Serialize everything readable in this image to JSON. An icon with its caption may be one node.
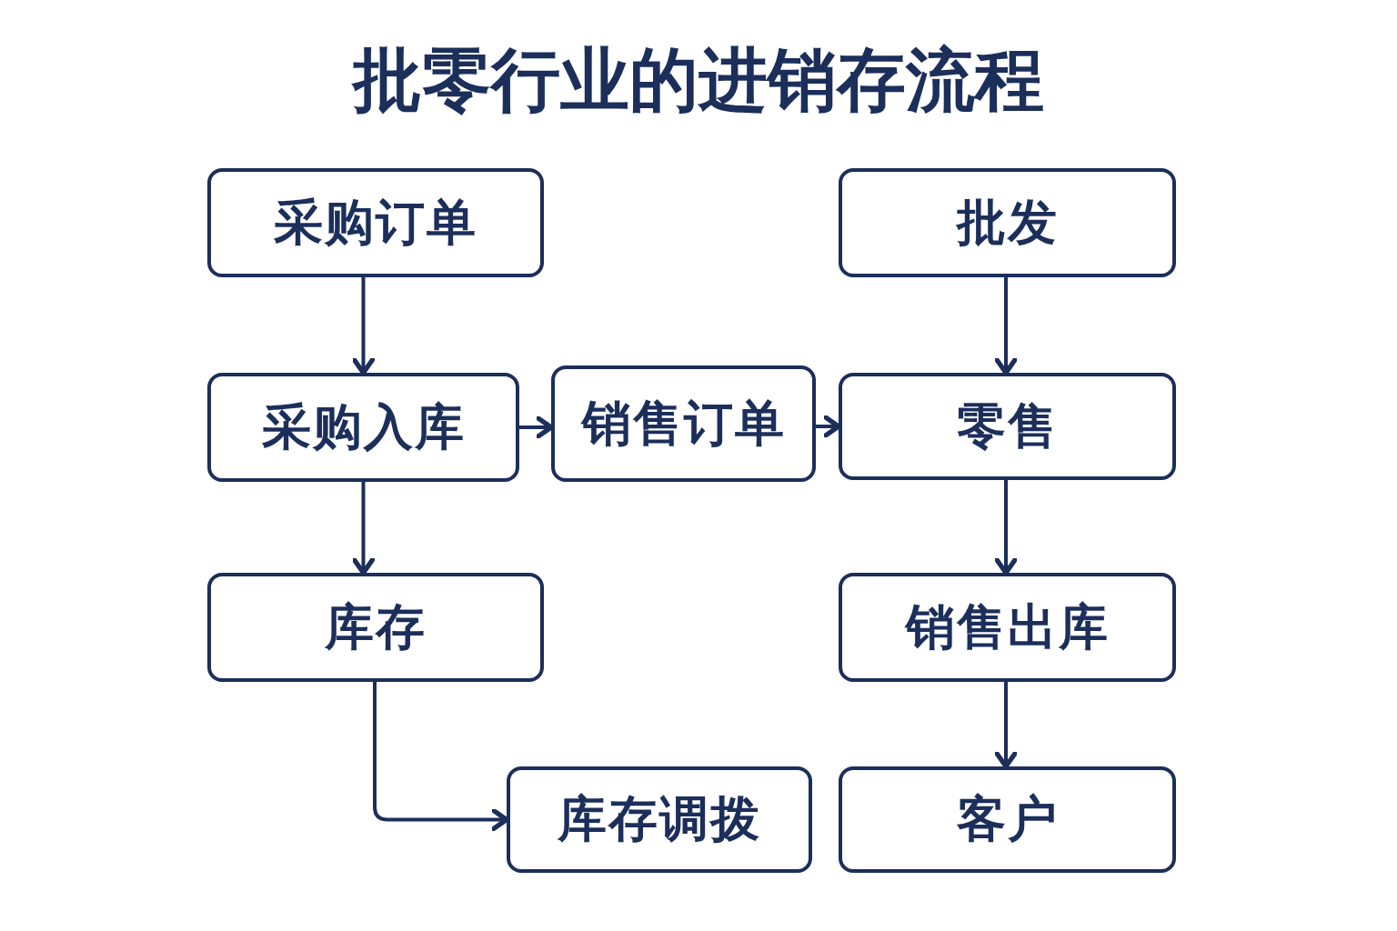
{
  "diagram": {
    "title": "批零行业的进销存流程",
    "nodes": [
      {
        "text": [
          "采购订单"
        ]
      },
      {
        "text": [
          "批发"
        ]
      },
      {
        "text": [
          "采购入库"
        ]
      },
      {
        "text": [
          "销售订单"
        ]
      },
      {
        "text": [
          "零售"
        ]
      },
      {
        "text": [
          "库存"
        ]
      },
      {
        "text": [
          "销售出库"
        ]
      },
      {
        "text": [
          "库存调拨"
        ]
      },
      {
        "text": [
          "客户"
        ]
      }
    ],
    "edges": [
      {
        "from": 0,
        "to": 2,
        "arrow": "to"
      },
      {
        "from": 2,
        "to": 5,
        "arrow": "to"
      },
      {
        "from": 5,
        "to": 7,
        "arrow": "to"
      },
      {
        "from": 2,
        "to": 3,
        "arrow": "to"
      },
      {
        "from": 3,
        "to": 4,
        "arrow": "to"
      },
      {
        "from": 1,
        "to": 4,
        "arrow": "to"
      },
      {
        "from": 4,
        "to": 6,
        "arrow": "to"
      },
      {
        "from": 6,
        "to": 8,
        "arrow": "to"
      }
    ]
  }
}
